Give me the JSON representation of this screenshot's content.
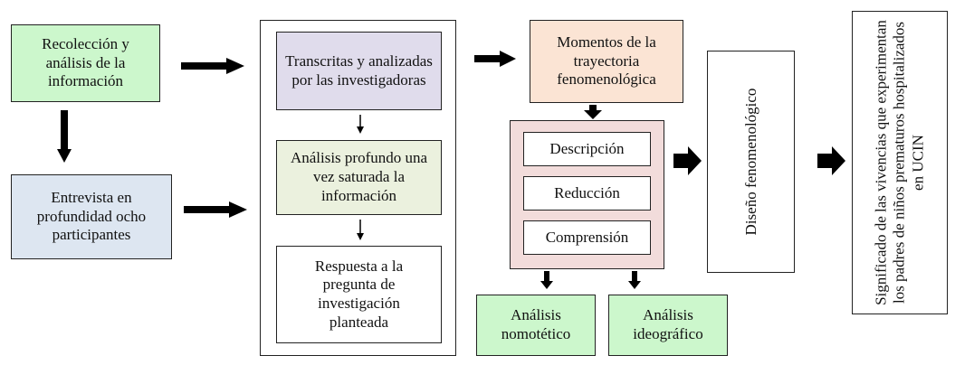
{
  "colors": {
    "green": "#ccf7cc",
    "blue": "#dde6f1",
    "lavender": "#e0dcec",
    "lightgreen": "#ebf1de",
    "peach": "#fbe4d4",
    "pink": "#f2dcdb",
    "white": "#ffffff"
  },
  "boxes": {
    "recoleccion": "Recolección y análisis de la información",
    "entrevista": "Entrevista en profundidad ocho participantes",
    "transcritas": "Transcritas y analizadas por las investigadoras",
    "analisis_profundo": "Análisis profundo una vez saturada la información",
    "respuesta": "Respuesta a la pregunta de investigación planteada",
    "momentos": "Momentos de la trayectoria fenomenológica",
    "descripcion": "Descripción",
    "reduccion": "Reducción",
    "comprension": "Comprensión",
    "nomotetico": "Análisis nomotético",
    "ideografico": "Análisis ideográfico",
    "diseno": "Diseño fenomenológico",
    "significado": "Significado de las vivencias que experimentan los padres de niños prematuros hospitalizados en UCIN"
  }
}
